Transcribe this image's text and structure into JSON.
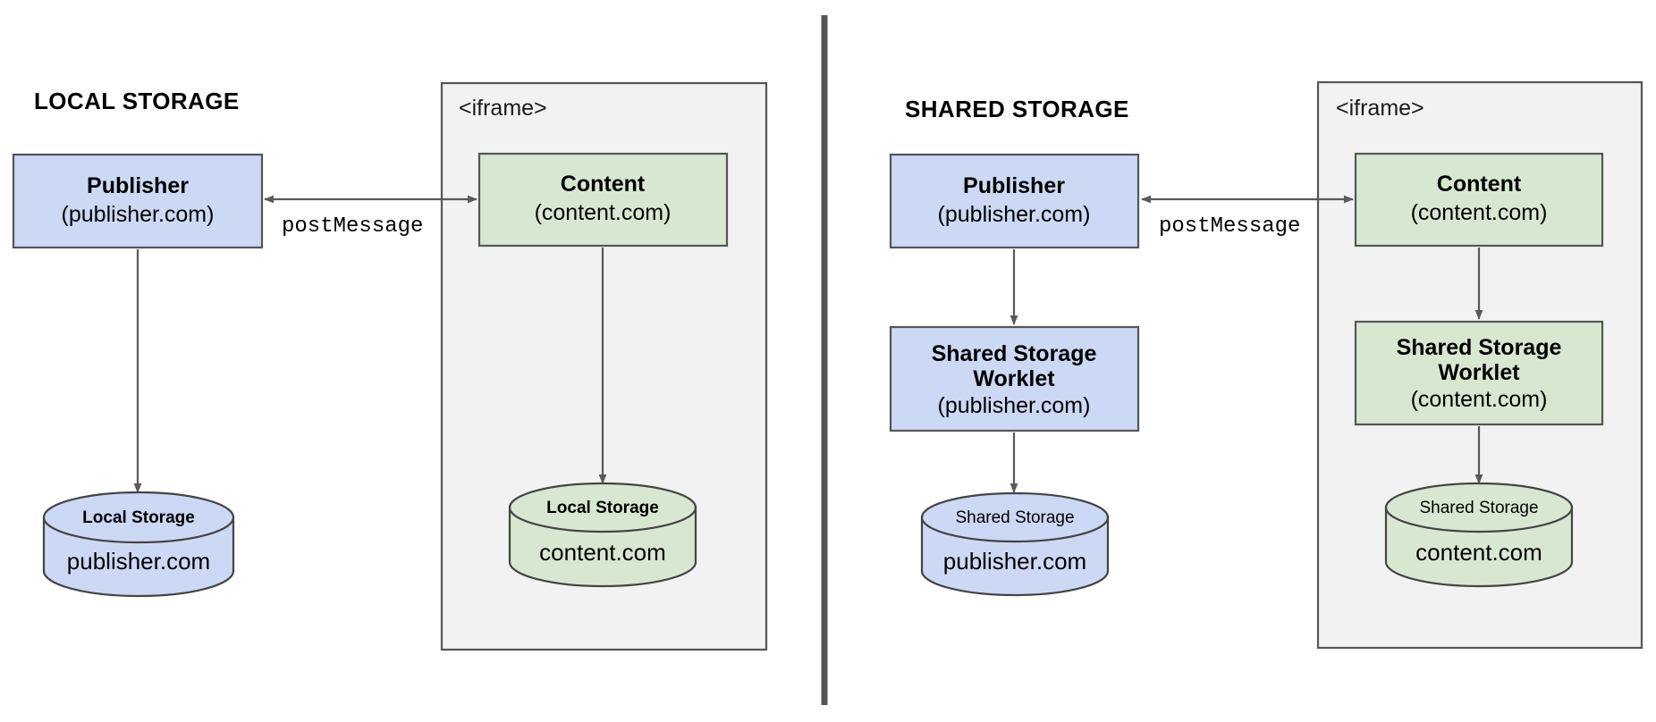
{
  "diagram": {
    "title_left": "LOCAL STORAGE",
    "title_right": "SHARED STORAGE",
    "iframe_label": "<iframe>",
    "edge_label": "postMessage",
    "colors": {
      "publisher_fill": "#ccd9f5",
      "content_fill": "#d8e8d0",
      "iframe_fill": "#f2f2f2",
      "stroke": "#555555",
      "edge": "#595959",
      "text": "#000000"
    },
    "panels": [
      {
        "id": "local-storage",
        "title": "LOCAL STORAGE",
        "publisher": {
          "title": "Publisher",
          "subtitle": "(publisher.com)"
        },
        "iframe": {
          "label": "<iframe>",
          "content": {
            "title": "Content",
            "subtitle": "(content.com)"
          },
          "worklet": null,
          "store": {
            "label": "Local Storage",
            "label_bold": true,
            "domain": "content.com",
            "fill": "#d8e8d0"
          }
        },
        "publisher_store": {
          "label": "Local Storage",
          "label_bold": true,
          "domain": "publisher.com",
          "fill": "#ccd9f5"
        },
        "edge_label": "postMessage"
      },
      {
        "id": "shared-storage",
        "title": "SHARED STORAGE",
        "publisher": {
          "title": "Publisher",
          "subtitle": "(publisher.com)"
        },
        "publisher_worklet": {
          "title_line1": "Shared Storage",
          "title_line2": "Worklet",
          "subtitle": "(publisher.com)"
        },
        "iframe": {
          "label": "<iframe>",
          "content": {
            "title": "Content",
            "subtitle": "(content.com)"
          },
          "worklet": {
            "title_line1": "Shared Storage",
            "title_line2": "Worklet",
            "subtitle": "(content.com)"
          },
          "store": {
            "label": "Shared Storage",
            "label_bold": false,
            "domain": "content.com",
            "fill": "#d8e8d0"
          }
        },
        "publisher_store": {
          "label": "Shared Storage",
          "label_bold": false,
          "domain": "publisher.com",
          "fill": "#ccd9f5"
        },
        "edge_label": "postMessage"
      }
    ]
  }
}
